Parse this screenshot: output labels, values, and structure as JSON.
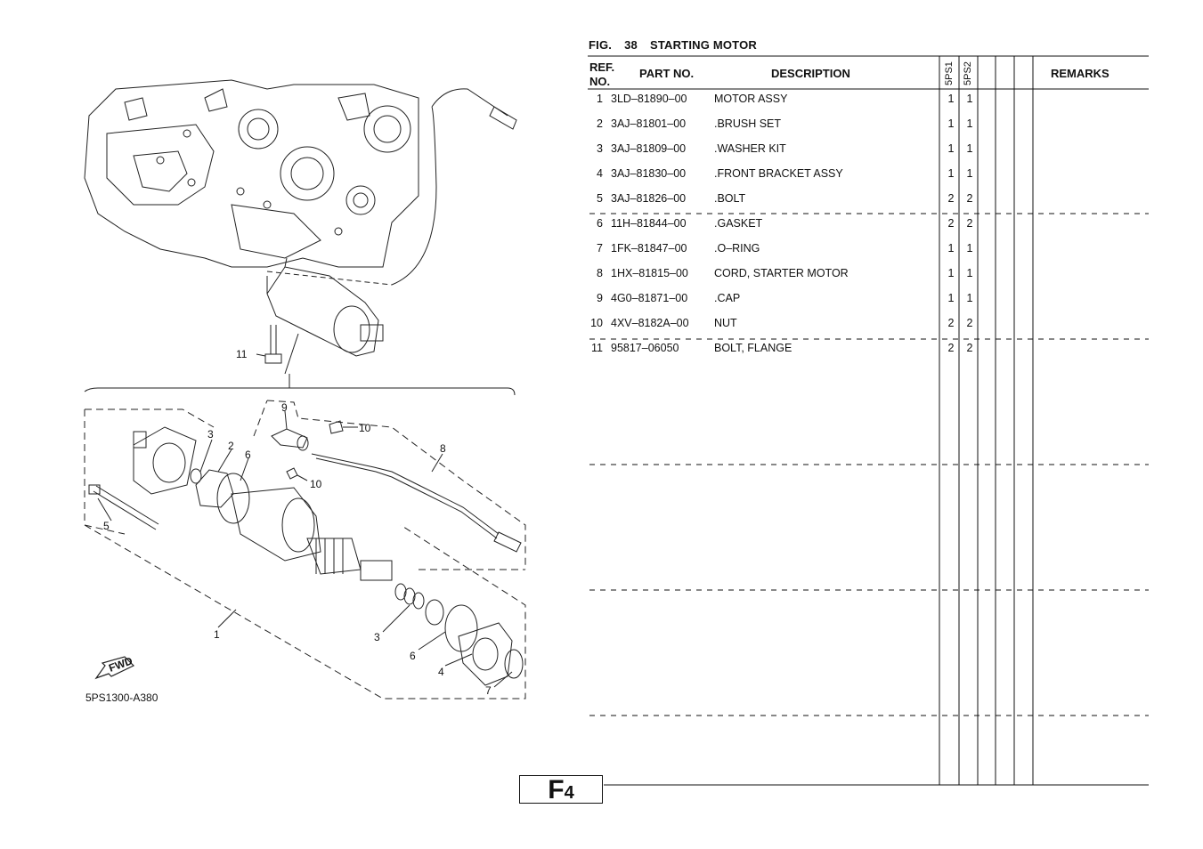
{
  "figure": {
    "fig_label": "FIG.",
    "fig_number": "38",
    "title": "STARTING MOTOR"
  },
  "table": {
    "headers": {
      "ref": "REF.",
      "ref_no": "NO.",
      "part_no": "PART NO.",
      "description": "DESCRIPTION",
      "model1": "5PS1",
      "model2": "5PS2",
      "remarks": "REMARKS"
    },
    "rows": [
      {
        "ref": "1",
        "part_no": "3LD–81890–00",
        "description": "MOTOR ASSY",
        "q1": "1",
        "q2": "1"
      },
      {
        "ref": "2",
        "part_no": "3AJ–81801–00",
        "description": ".BRUSH SET",
        "q1": "1",
        "q2": "1"
      },
      {
        "ref": "3",
        "part_no": "3AJ–81809–00",
        "description": ".WASHER KIT",
        "q1": "1",
        "q2": "1"
      },
      {
        "ref": "4",
        "part_no": "3AJ–81830–00",
        "description": ".FRONT BRACKET ASSY",
        "q1": "1",
        "q2": "1"
      },
      {
        "ref": "5",
        "part_no": "3AJ–81826–00",
        "description": ".BOLT",
        "q1": "2",
        "q2": "2"
      },
      {
        "ref": "6",
        "part_no": "11H–81844–00",
        "description": ".GASKET",
        "q1": "2",
        "q2": "2"
      },
      {
        "ref": "7",
        "part_no": "1FK–81847–00",
        "description": ".O–RING",
        "q1": "1",
        "q2": "1"
      },
      {
        "ref": "8",
        "part_no": "1HX–81815–00",
        "description": "CORD, STARTER MOTOR",
        "q1": "1",
        "q2": "1"
      },
      {
        "ref": "9",
        "part_no": "4G0–81871–00",
        "description": ".CAP",
        "q1": "1",
        "q2": "1"
      },
      {
        "ref": "10",
        "part_no": "4XV–8182A–00",
        "description": "NUT",
        "q1": "2",
        "q2": "2"
      },
      {
        "ref": "11",
        "part_no": "95817–06050",
        "description": "BOLT, FLANGE",
        "q1": "2",
        "q2": "2"
      }
    ]
  },
  "diagram": {
    "callouts": [
      "11",
      "9",
      "10",
      "8",
      "3",
      "2",
      "6",
      "5",
      "10",
      "1",
      "3",
      "6",
      "4",
      "7"
    ],
    "fwd_label": "FWD",
    "drawing_code": "5PS1300-A380"
  },
  "footer": {
    "section_letter": "F",
    "section_number": "4"
  }
}
